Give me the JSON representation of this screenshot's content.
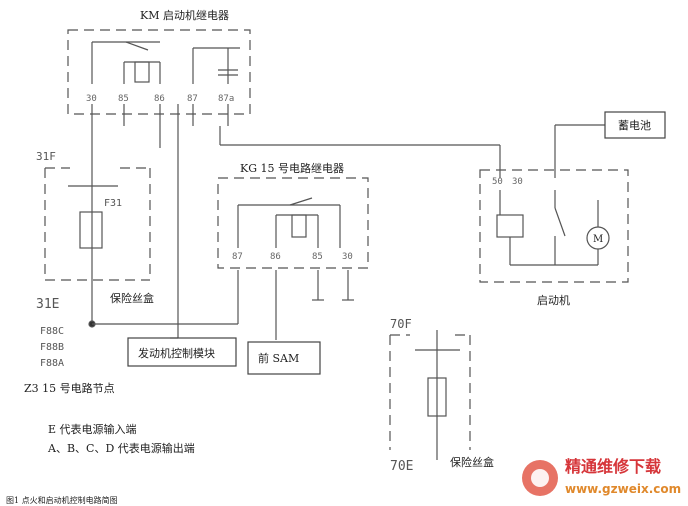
{
  "relays": {
    "km_label": "KM 启动机继电器",
    "km_pins": [
      "30",
      "85",
      "86",
      "87",
      "87a"
    ],
    "kg_label": "KG 15 号电路继电器",
    "kg_pins": [
      "87",
      "86",
      "85",
      "30"
    ]
  },
  "fuse_boxes": {
    "left_top": "31F",
    "left_mid": "F31",
    "left_bottom": "31E",
    "left_label": "保险丝盒",
    "right_top": "70F",
    "right_bottom": "70E",
    "right_label": "保险丝盒"
  },
  "z3_fragments": [
    "F88C",
    "F88B",
    "F88A"
  ],
  "boxes": {
    "engine_module": "发动机控制模块",
    "front_sam": "前 SAM",
    "battery": "蓄电池"
  },
  "starter": {
    "label": "启动机",
    "pins": [
      "50",
      "30"
    ],
    "motor": "M"
  },
  "legend": {
    "z3": "Z3  15 号电路节点",
    "e": "E   代表电源输入端",
    "abcd": "A、B、C、D 代表电源输出端"
  },
  "caption": "图1  点火和启动机控制电路简图",
  "watermark": {
    "name": "精通维修下载",
    "url": "www.gzweix.com"
  }
}
